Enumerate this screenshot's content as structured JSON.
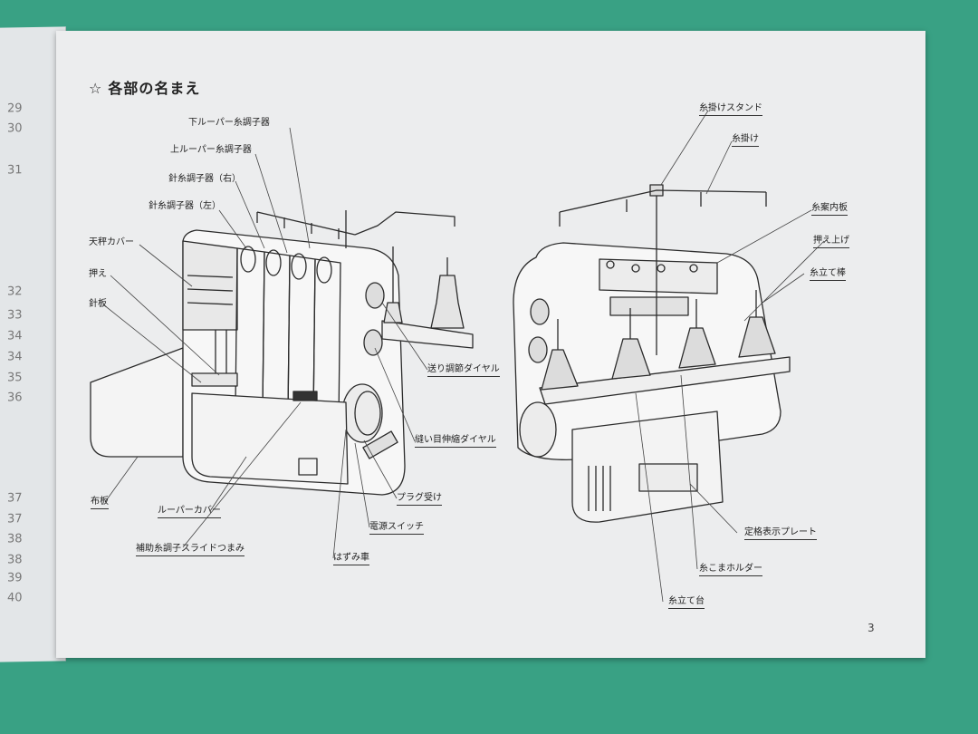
{
  "left_page_numbers": [
    "29",
    "30",
    "31",
    "32",
    "33",
    "34",
    "34",
    "35",
    "36",
    "37",
    "37",
    "38",
    "38",
    "39",
    "40"
  ],
  "page": {
    "title_star": "☆",
    "title": "各部の名まえ",
    "number": "3"
  },
  "left_machine_labels": {
    "lower_looper_tension": "下ルーパー糸調子器",
    "upper_looper_tension": "上ルーパー糸調子器",
    "needle_tension_right": "針糸調子器（右）",
    "needle_tension_left": "針糸調子器（左）",
    "upper_knife_cover": "天秤カバー",
    "presser_foot": "押え",
    "needle_plate": "針板",
    "feed_dial": "送り調節ダイヤル",
    "differential_dial": "縫い目伸縮ダイヤル",
    "plug_receptacle": "プラグ受け",
    "power_switch": "電源スイッチ",
    "handwheel": "はずみ車",
    "cloth_plate": "布板",
    "looper_cover": "ルーパーカバー",
    "aux_tension_slide": "補助糸調子スライドつまみ"
  },
  "right_machine_labels": {
    "thread_stand": "糸掛けスタンド",
    "thread_guide": "糸掛け",
    "thread_guide_plate": "糸案内板",
    "presser_lifter": "押え上げ",
    "spool_pin": "糸立て棒",
    "rating_plate": "定格表示プレート",
    "spool_holder": "糸こまホルダー",
    "spool_stand": "糸立て台"
  }
}
